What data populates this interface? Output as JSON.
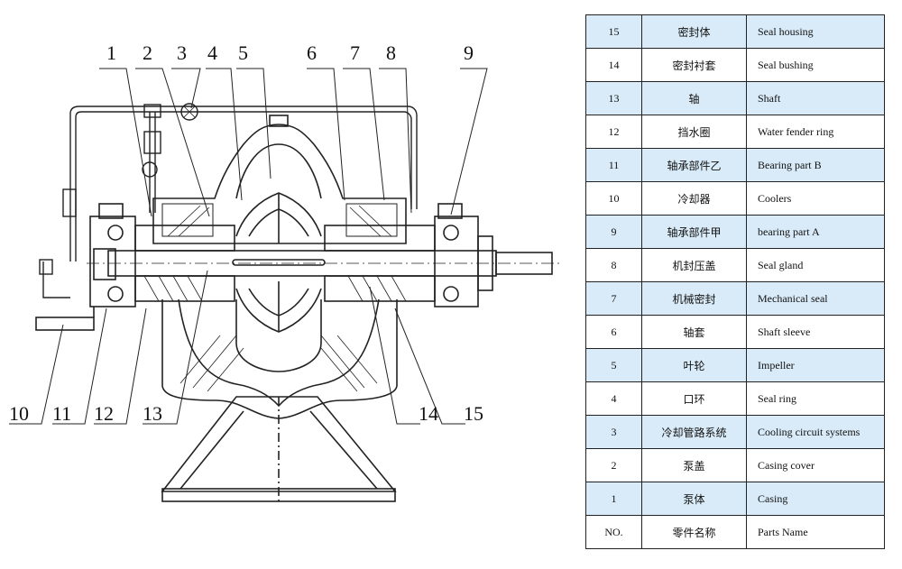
{
  "diagram": {
    "callout_numbers": [
      "1",
      "2",
      "3",
      "4",
      "5",
      "6",
      "7",
      "8",
      "9",
      "10",
      "11",
      "12",
      "13",
      "14",
      "15"
    ]
  },
  "table": {
    "rows": [
      {
        "no": "15",
        "cn": "密封体",
        "en": "Seal housing",
        "shaded": true
      },
      {
        "no": "14",
        "cn": "密封衬套",
        "en": "Seal bushing",
        "shaded": false
      },
      {
        "no": "13",
        "cn": "轴",
        "en": "Shaft",
        "shaded": true
      },
      {
        "no": "12",
        "cn": "挡水圈",
        "en": "Water fender ring",
        "shaded": false
      },
      {
        "no": "11",
        "cn": "轴承部件乙",
        "en": "Bearing part B",
        "shaded": true
      },
      {
        "no": "10",
        "cn": "冷却器",
        "en": "Coolers",
        "shaded": false
      },
      {
        "no": "9",
        "cn": "轴承部件甲",
        "en": "bearing part A",
        "shaded": true
      },
      {
        "no": "8",
        "cn": "机封压盖",
        "en": "Seal gland",
        "shaded": false
      },
      {
        "no": "7",
        "cn": "机械密封",
        "en": "Mechanical seal",
        "shaded": true
      },
      {
        "no": "6",
        "cn": "轴套",
        "en": "Shaft sleeve",
        "shaded": false
      },
      {
        "no": "5",
        "cn": "叶轮",
        "en": "Impeller",
        "shaded": true
      },
      {
        "no": "4",
        "cn": "口环",
        "en": "Seal ring",
        "shaded": false
      },
      {
        "no": "3",
        "cn": "冷却管路系统",
        "en": "Cooling circuit systems",
        "shaded": true
      },
      {
        "no": "2",
        "cn": "泵盖",
        "en": "Casing cover",
        "shaded": false
      },
      {
        "no": "1",
        "cn": "泵体",
        "en": "Casing",
        "shaded": true
      }
    ],
    "header": {
      "no": "NO.",
      "cn": "零件名称",
      "en": "Parts Name"
    }
  },
  "colors": {
    "row_shade": "#d9ebf8",
    "line": "#222222"
  }
}
